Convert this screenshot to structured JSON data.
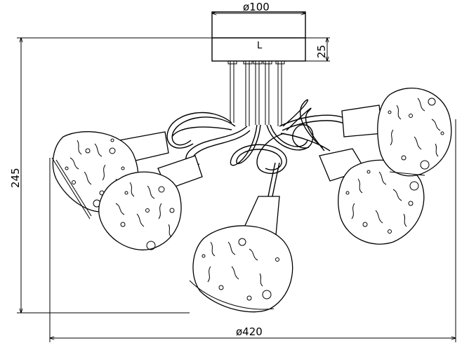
{
  "dimensions": {
    "canopy_diameter": "ø100",
    "canopy_height": "25",
    "overall_height": "245",
    "overall_diameter": "ø420"
  },
  "canopy_mark": "L",
  "components": {
    "canopy": "canopy",
    "stems": "stems",
    "arms": "arms",
    "shades": "shades"
  },
  "colors": {
    "line": "#000000",
    "background": "#ffffff"
  }
}
